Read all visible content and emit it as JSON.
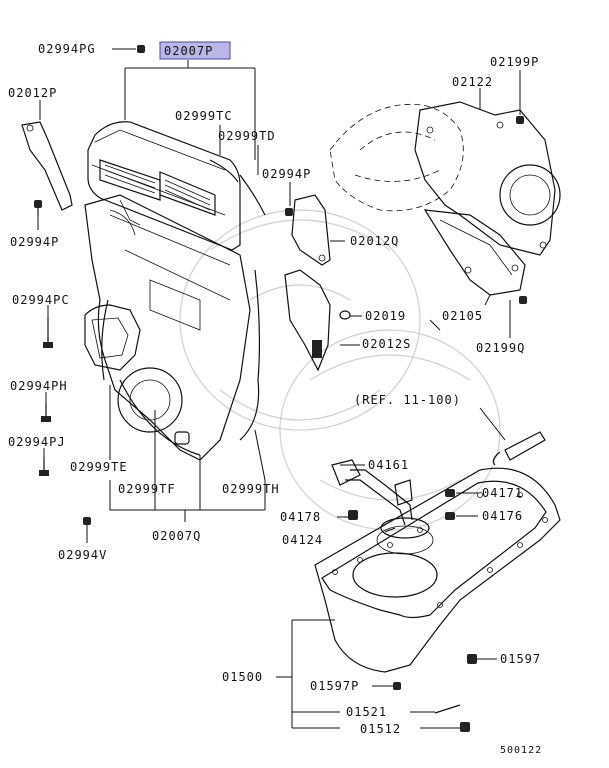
{
  "diagram": {
    "highlighted_part": "02007P",
    "labels": {
      "p02994PG": "02994PG",
      "p02007P": "02007P",
      "p02012P": "02012P",
      "p02199P": "02199P",
      "p02122": "02122",
      "p02999TC": "02999TC",
      "p02999TD": "02999TD",
      "p02994P_a": "02994P",
      "p02994P_b": "02994P",
      "p02012Q": "02012Q",
      "p02994PC": "02994PC",
      "p02019": "02019",
      "p02105": "02105",
      "p02012S": "02012S",
      "p02199Q": "02199Q",
      "p02994PH": "02994PH",
      "p02994PJ": "02994PJ",
      "ref": "(REF. 11-100)",
      "p04161": "04161",
      "p02999TE": "02999TE",
      "p02999TF": "02999TF",
      "p02999TH": "02999TH",
      "p04171": "04171",
      "p04178": "04178",
      "p04176": "04176",
      "p02007Q": "02007Q",
      "p04124": "04124",
      "p02994V": "02994V",
      "p01597": "01597",
      "p01500": "01500",
      "p01597P": "01597P",
      "p01521": "01521",
      "p01512": "01512",
      "diagram_id": "500122"
    }
  }
}
